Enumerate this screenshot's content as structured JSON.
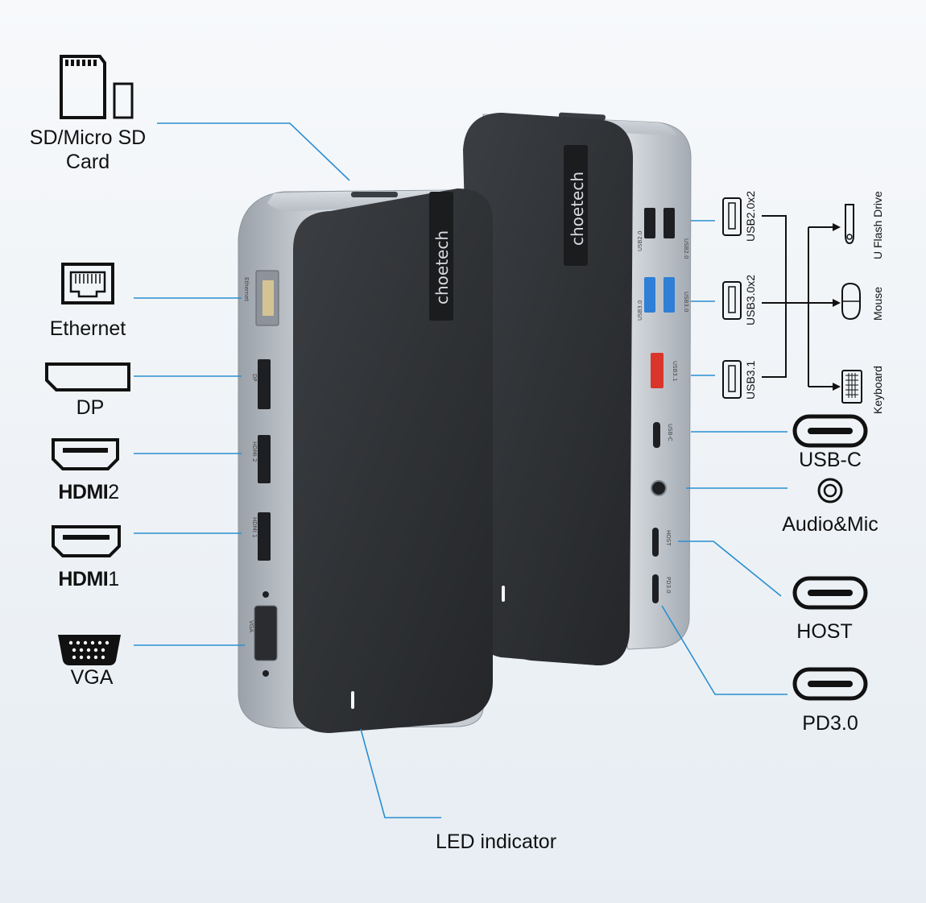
{
  "labels": {
    "sd_card_line1": "SD/Micro SD",
    "sd_card_line2": "Card",
    "ethernet": "Ethernet",
    "dp": "DP",
    "hdmi2_word": "HDMI",
    "hdmi2_num": "2",
    "hdmi1_word": "HDMI",
    "hdmi1_num": "1",
    "vga": "VGA",
    "led_indicator": "LED indicator",
    "usb_c": "USB-C",
    "audio_mic": "Audio&Mic",
    "host": "HOST",
    "pd30": "PD3.0",
    "usb20x2": "USB2.0x2",
    "usb30x2": "USB3.0x2",
    "usb31": "USB3.1",
    "u_flash_drive": "U Flash Drive",
    "mouse": "Mouse",
    "keyboard": "Keyboard"
  },
  "device": {
    "brand": "choetech",
    "port_tags": {
      "ethernet": "Ethernet",
      "dp": "DP",
      "hdmi2": "HDMI 2",
      "hdmi1": "HDMI 1",
      "vga": "VGA",
      "usb20_left": "USB2.0",
      "usb20_right": "USB2.0",
      "usb30_left": "USB3.0",
      "usb30_right": "USB3.0",
      "usb31": "USB3.1",
      "usbc": "USB-C",
      "host": "HOST",
      "pd": "PD3.0"
    }
  },
  "colors": {
    "leader_line": "#2a8fd0",
    "panel_dark": "#2e3033",
    "shell_silver": "#b9bfc6",
    "usb3_blue": "#2f7fd6",
    "usb31_red": "#d9352b",
    "icon_stroke": "#111111"
  }
}
